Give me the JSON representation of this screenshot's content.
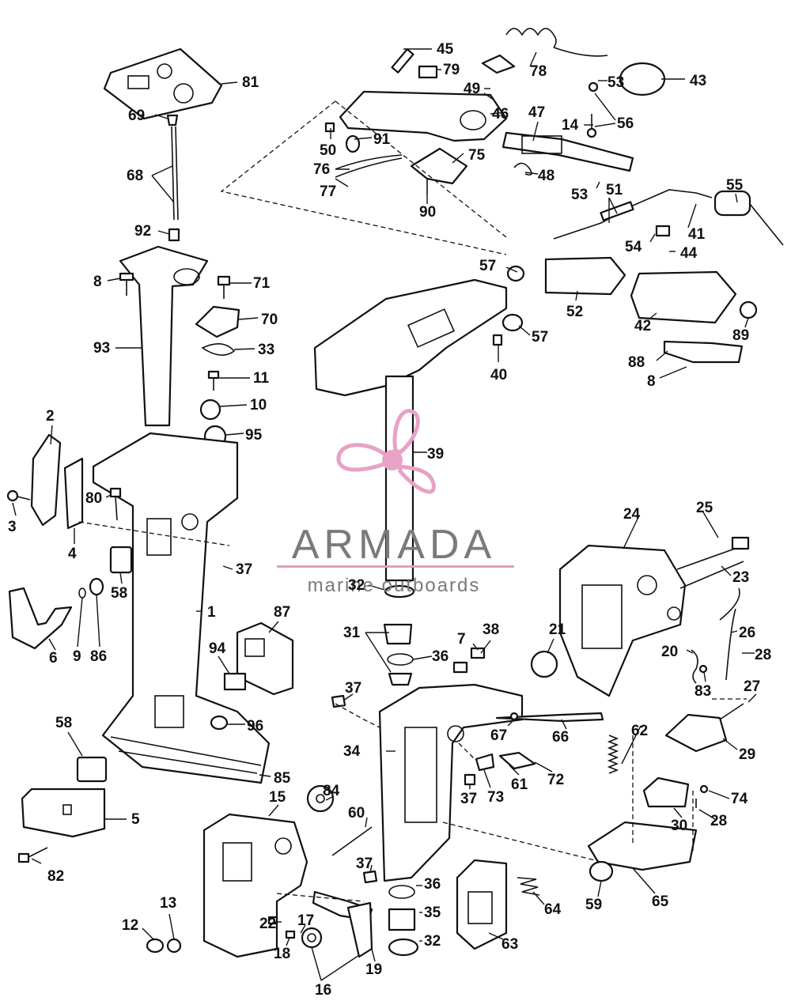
{
  "watermark": {
    "brand": "ARMADA",
    "tagline": "marine outboards",
    "colors": {
      "logo_pink": "#e8a2c6",
      "text_gray": "#7a7a7a",
      "rule_pink": "#e59bc0"
    }
  },
  "callouts": {
    "c1": "1",
    "c2": "2",
    "c3": "3",
    "c4": "4",
    "c5": "5",
    "c6": "6",
    "c7": "7",
    "c8a": "8",
    "c8b": "8",
    "c9": "9",
    "c10": "10",
    "c11": "11",
    "c12": "12",
    "c13": "13",
    "c14": "14",
    "c15": "15",
    "c16": "16",
    "c17": "17",
    "c18": "18",
    "c19": "19",
    "c20": "20",
    "c21": "21",
    "c22": "22",
    "c23": "23",
    "c24": "24",
    "c25": "25",
    "c26": "26",
    "c27": "27",
    "c28a": "28",
    "c28b": "28",
    "c29": "29",
    "c30": "30",
    "c31": "31",
    "c32a": "32",
    "c32b": "32",
    "c33": "33",
    "c34": "34",
    "c35": "35",
    "c36a": "36",
    "c36b": "36",
    "c37a": "37",
    "c37b": "37",
    "c37c": "37",
    "c37d": "37",
    "c38": "38",
    "c39": "39",
    "c40": "40",
    "c41": "41",
    "c42": "42",
    "c43": "43",
    "c44": "44",
    "c45": "45",
    "c46": "46",
    "c47": "47",
    "c48": "48",
    "c49": "49",
    "c50": "50",
    "c51": "51",
    "c52": "52",
    "c53a": "53",
    "c53b": "53",
    "c54": "54",
    "c55": "55",
    "c56": "56",
    "c57a": "57",
    "c57b": "57",
    "c58a": "58",
    "c58b": "58",
    "c59": "59",
    "c60": "60",
    "c61": "61",
    "c62": "62",
    "c63": "63",
    "c64": "64",
    "c65": "65",
    "c66": "66",
    "c67": "67",
    "c68": "68",
    "c69": "69",
    "c70": "70",
    "c71": "71",
    "c72": "72",
    "c73": "73",
    "c74": "74",
    "c75": "75",
    "c76": "76",
    "c77": "77",
    "c78": "78",
    "c79": "79",
    "c80": "80",
    "c81": "81",
    "c82": "82",
    "c83": "83",
    "c84": "84",
    "c85": "85",
    "c86": "86",
    "c87": "87",
    "c88": "88",
    "c89": "89",
    "c90": "90",
    "c91": "91",
    "c92": "92",
    "c93": "93",
    "c94": "94",
    "c95": "95",
    "c96": "96"
  }
}
